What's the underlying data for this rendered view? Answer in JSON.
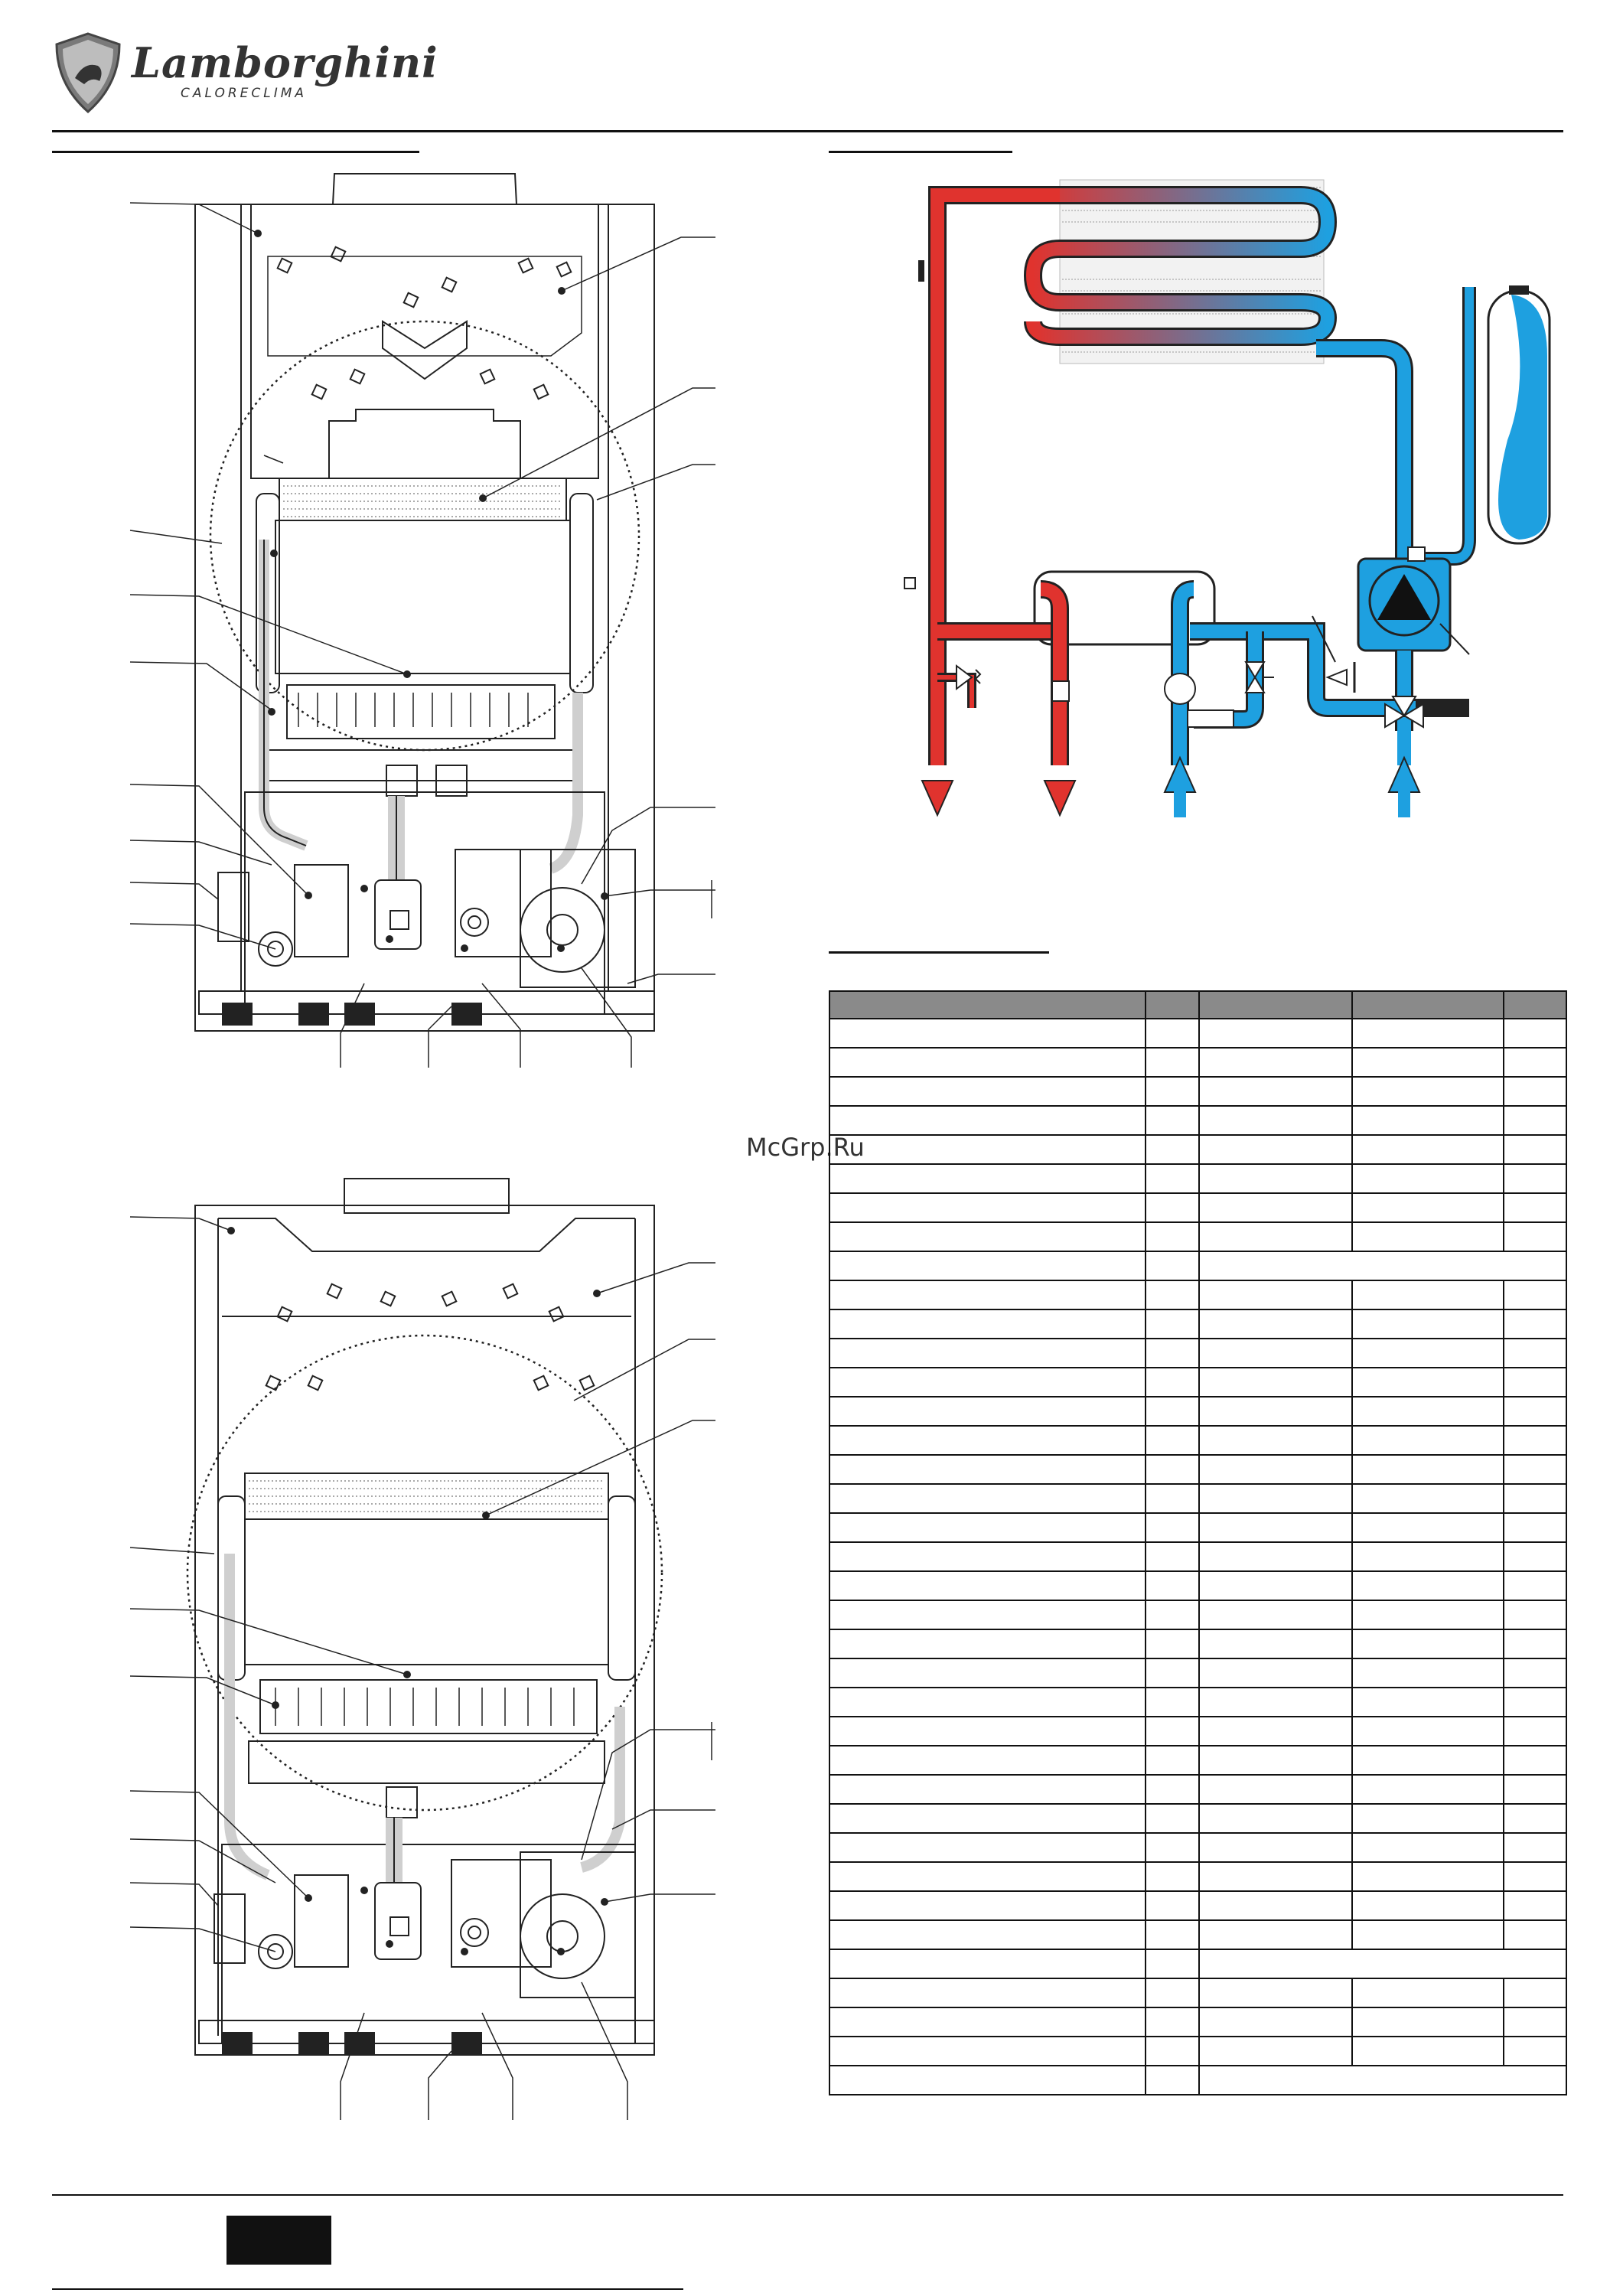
{
  "header": {
    "brand": "Lamborghini",
    "subbrand": "CALORECLIMA"
  },
  "watermark": "McGrp.Ru",
  "spec_table": {
    "columns": 5,
    "rows": [
      {
        "merged": false
      },
      {
        "merged": false
      },
      {
        "merged": false
      },
      {
        "merged": false
      },
      {
        "merged": false
      },
      {
        "merged": false
      },
      {
        "merged": false
      },
      {
        "merged": false
      },
      {
        "merged": true
      },
      {
        "merged": false
      },
      {
        "merged": false
      },
      {
        "merged": false
      },
      {
        "merged": false
      },
      {
        "merged": false
      },
      {
        "merged": false
      },
      {
        "merged": false
      },
      {
        "merged": false
      },
      {
        "merged": false
      },
      {
        "merged": false
      },
      {
        "merged": false
      },
      {
        "merged": false
      },
      {
        "merged": false
      },
      {
        "merged": false
      },
      {
        "merged": false
      },
      {
        "merged": false
      },
      {
        "merged": false
      },
      {
        "merged": false
      },
      {
        "merged": false
      },
      {
        "merged": false
      },
      {
        "merged": false
      },
      {
        "merged": false
      },
      {
        "merged": false
      },
      {
        "merged": true
      },
      {
        "merged": false
      },
      {
        "merged": false
      },
      {
        "merged": false
      },
      {
        "merged": true
      }
    ]
  },
  "colors": {
    "hot": "#e0332e",
    "cold": "#1ea0e0",
    "header_gray": "#8a8a8a"
  }
}
